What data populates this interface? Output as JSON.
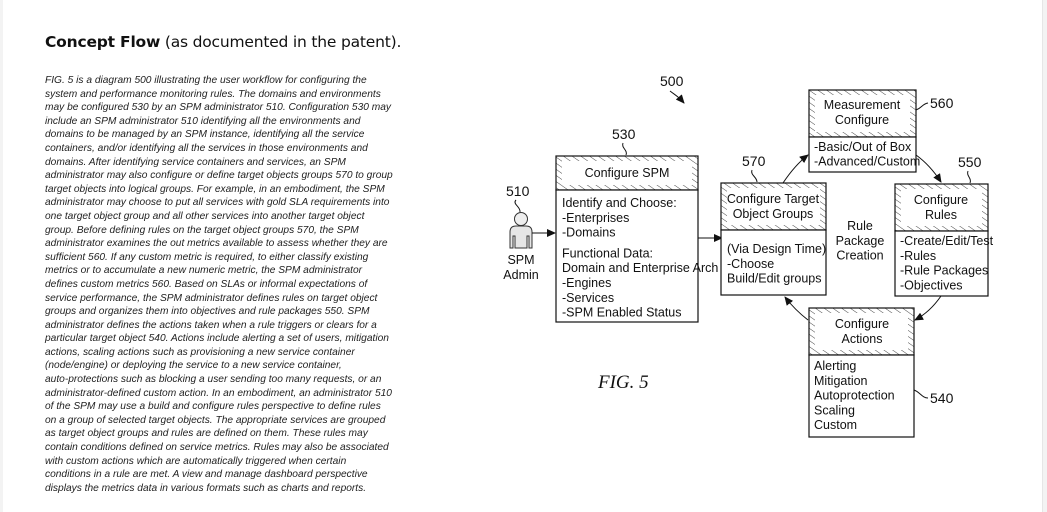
{
  "heading": {
    "bold": "Concept Flow",
    "rest": " (as documented in the patent)."
  },
  "description_lines": [
    "FIG. 5 is a diagram 500 illustrating the user workflow for configuring the",
    "system and performance monitoring rules. The domains and environments",
    "may be configured 530 by an SPM administrator 510. Configuration 530 may",
    "include an SPM administrator 510 identifying all the environments and",
    "domains to be managed by an SPM instance, identifying all the service",
    "containers, and/or identifying all the services in those environments and",
    "domains. After identifying service containers and services, an SPM",
    "administrator may also configure or define target objects groups 570 to group",
    "target objects into logical groups. For example, in an embodiment, the SPM",
    "administrator may choose to put all services with gold SLA requirements into",
    "one target object group and all other services into another target object",
    "group. Before defining rules on the target object groups 570, the SPM",
    "administrator examines the out metrics available to assess whether they are",
    "sufficient 560. If any custom metric is required, to either classify existing",
    "metrics or to accumulate a new numeric metric, the SPM administrator",
    "defines custom metrics 560. Based on SLAs or informal expectations of",
    "service performance, the SPM administrator defines rules on target object",
    "groups and organizes them into objectives and rule packages 550. SPM",
    "administrator defines the actions taken when a rule triggers or clears for a",
    "particular target object 540. Actions include alerting a set of users, mitigation",
    "actions, scaling actions such as provisioning a new service container",
    "(node/engine) or deploying the service to a new service container,",
    "auto-protections such as blocking a user sending too many requests, or an",
    "administrator-defined custom action. In an embodiment, an administrator 510",
    "of the SPM may use a build and configure rules perspective to define rules",
    "on a group of selected target objects. The appropriate services are grouped",
    "as target object groups and rules are defined on them. These rules may",
    "contain conditions defined on service metrics. Rules may also be associated",
    "with custom actions which are automatically triggered when certain",
    "conditions in a rule are met. A view and manage dashboard perspective",
    "displays the metrics data in various formats such as charts and reports."
  ],
  "diagram": {
    "ref_500": "500",
    "figure_label": "FIG. 5",
    "admin": {
      "ref": "510",
      "label_line1": "SPM",
      "label_line2": "Admin"
    },
    "configure_spm": {
      "ref": "530",
      "title": "Configure SPM",
      "lines": [
        "Identify and Choose:",
        "-Enterprises",
        "-Domains",
        "Functional Data:",
        "Domain and Enterprise Arch",
        "-Engines",
        "-Services",
        "-SPM Enabled Status"
      ]
    },
    "target_groups": {
      "ref": "570",
      "title_line1": "Configure Target",
      "title_line2": "Object Groups",
      "lines": [
        "(Via Design Time)",
        "-Choose",
        "Build/Edit groups"
      ]
    },
    "measurement": {
      "ref": "560",
      "title_line1": "Measurement",
      "title_line2": "Configure",
      "lines": [
        "-Basic/Out of Box",
        "-Advanced/Custom"
      ]
    },
    "rules": {
      "ref": "550",
      "title_line1": "Configure",
      "title_line2": "Rules",
      "lines": [
        "-Create/Edit/Test",
        "-Rules",
        "-Rule Packages",
        "-Objectives"
      ]
    },
    "actions": {
      "ref": "540",
      "title_line1": "Configure",
      "title_line2": "Actions",
      "lines": [
        "Alerting",
        "Mitigation",
        "Autoprotection",
        "Scaling",
        "Custom"
      ]
    },
    "center_label": [
      "Rule",
      "Package",
      "Creation"
    ]
  }
}
